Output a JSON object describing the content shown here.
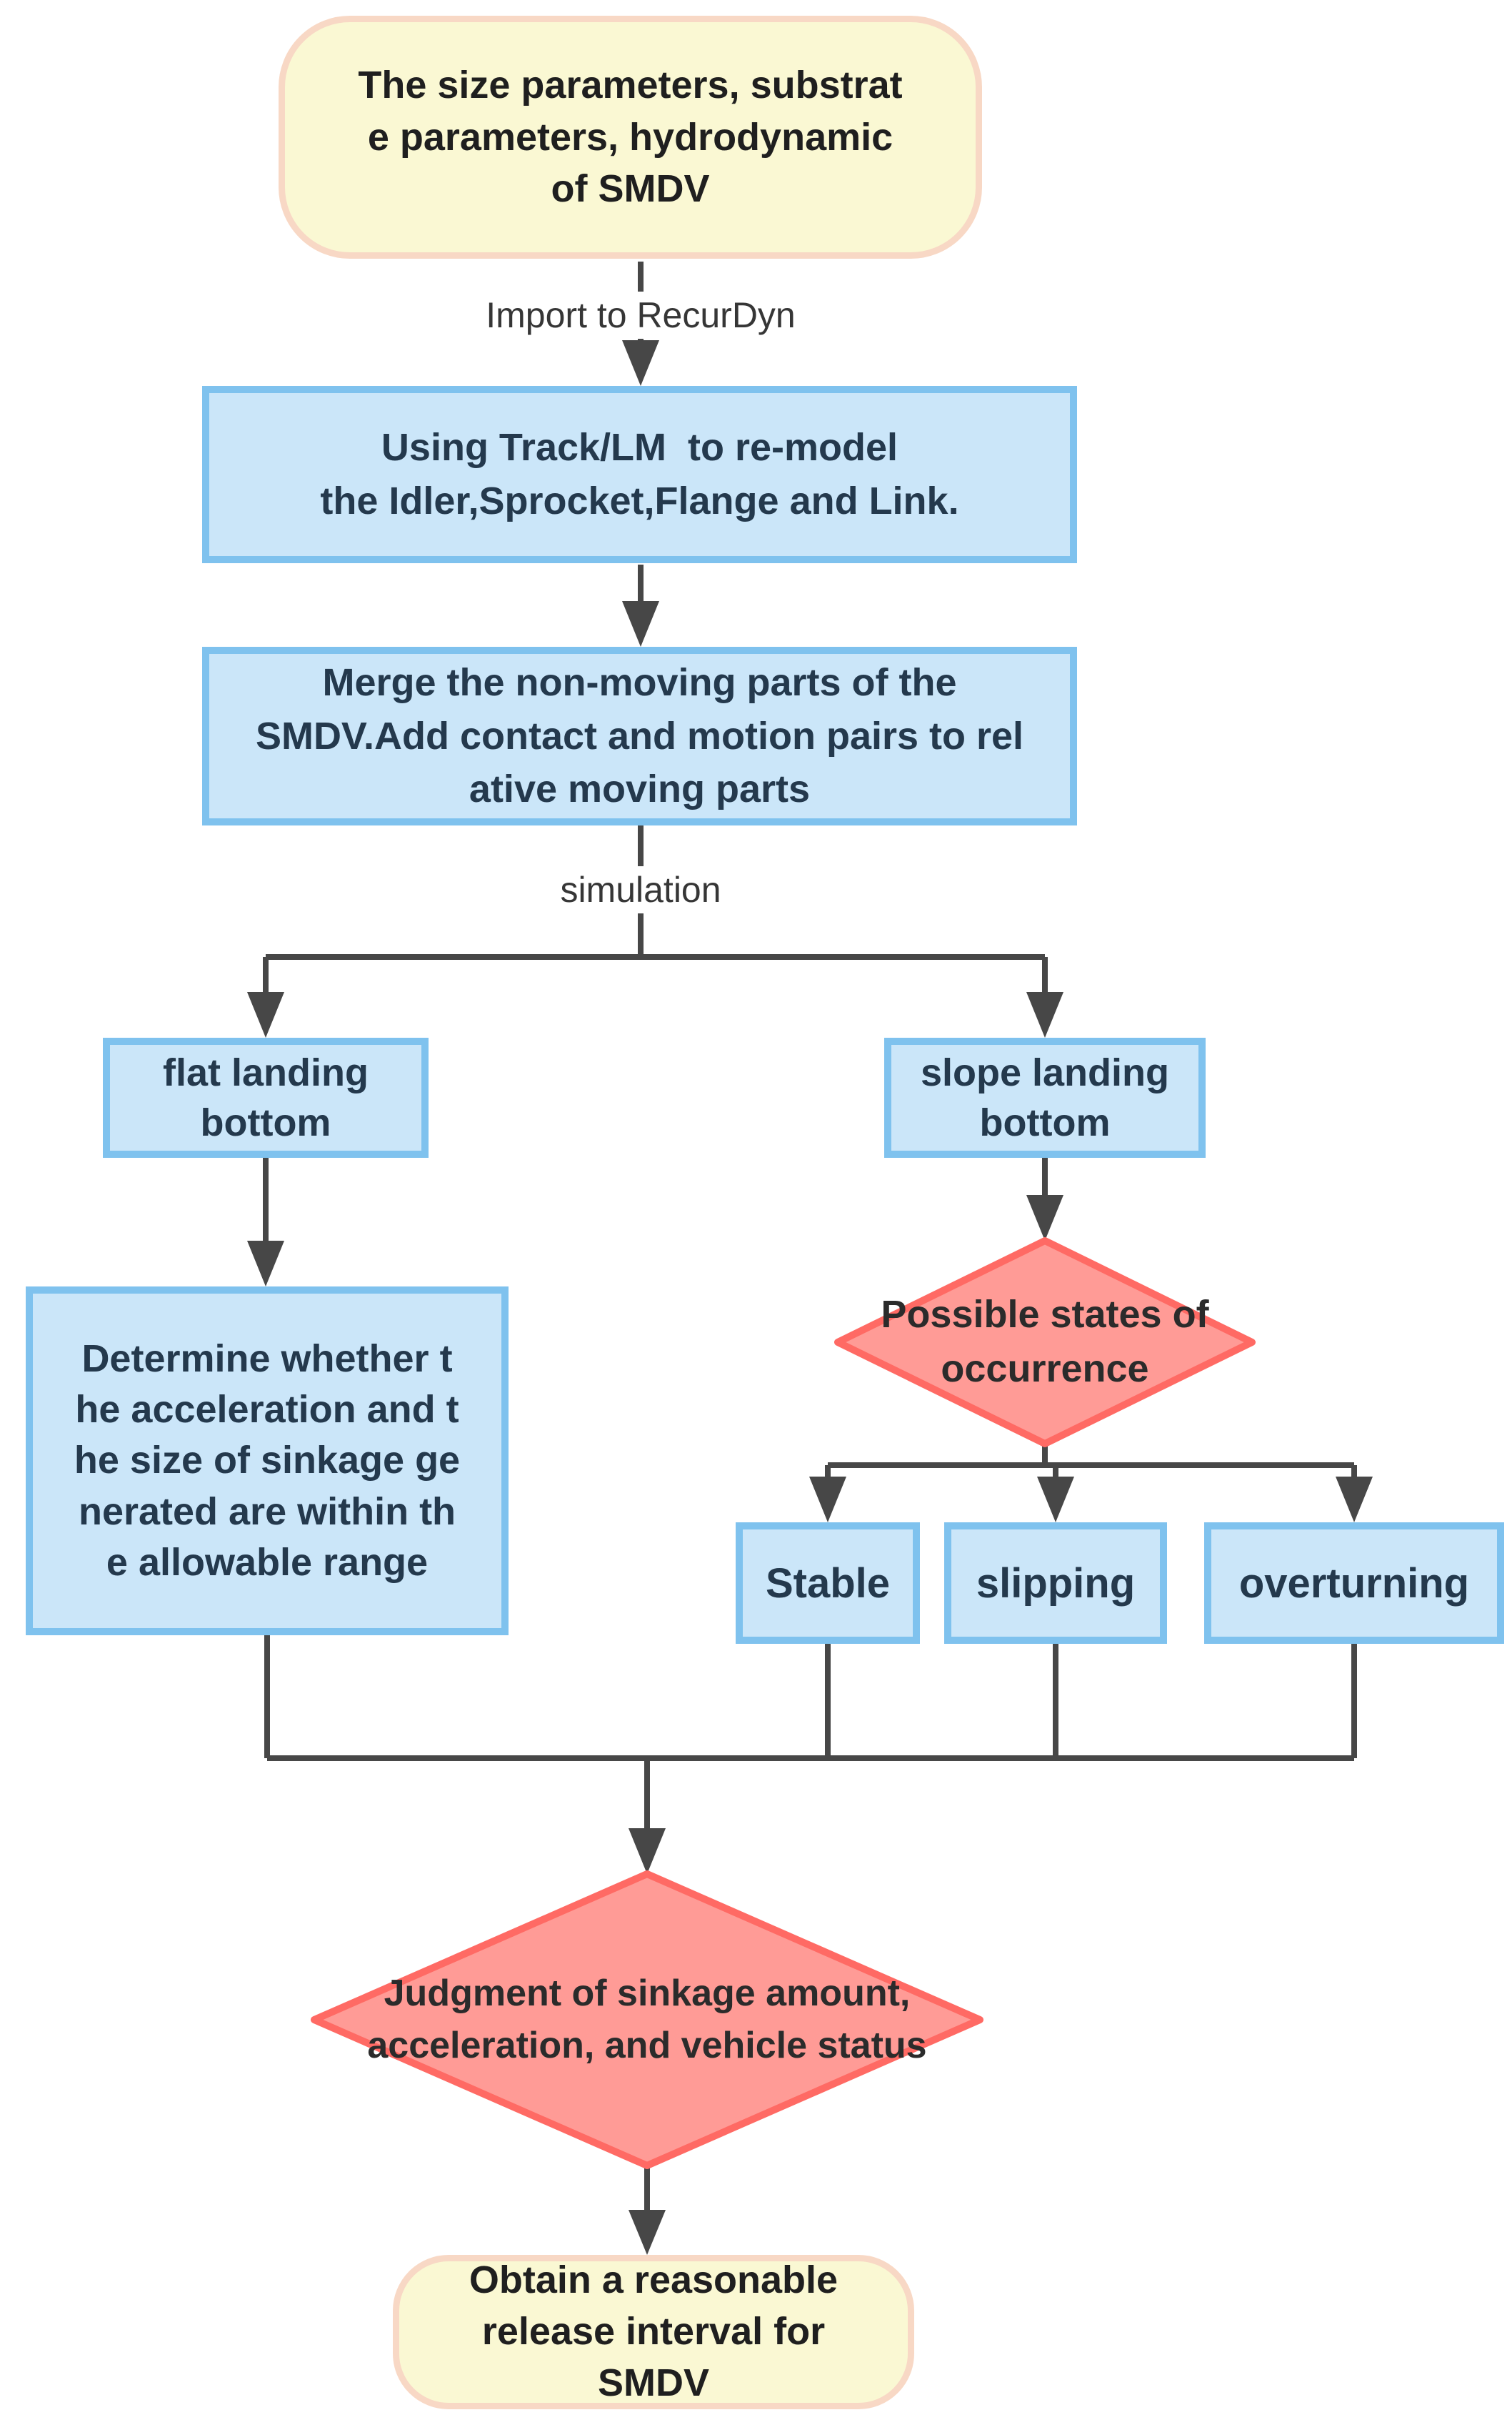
{
  "colors": {
    "background": "#ffffff",
    "process_fill": "#cbe6f9",
    "process_border": "#7fc2ee",
    "process_text": "#24394d",
    "decision_fill": "#ff9b96",
    "decision_border": "#ff6a64",
    "decision_text": "#2b2b2b",
    "terminator_fill": "#faf8d3",
    "terminator_border": "#f8d8c5",
    "terminator_text": "#1f1f1f",
    "connector": "#474747",
    "connector_label_text": "#363636"
  },
  "nodes": {
    "start": {
      "type": "terminator",
      "text": "The size parameters, substrat\ne parameters, hydrodynamic\nof SMDV"
    },
    "remodel": {
      "type": "process",
      "text": "Using Track/LM  to re-model\nthe Idler,Sprocket,Flange and Link."
    },
    "merge": {
      "type": "process",
      "text": "Merge the non-moving parts of the\nSMDV.Add contact and motion pairs to rel\native moving parts"
    },
    "flat_landing": {
      "type": "process",
      "text": "flat landing\nbottom"
    },
    "slope_landing": {
      "type": "process",
      "text": "slope landing\nbottom"
    },
    "determine_range": {
      "type": "process",
      "text": "Determine whether t\nhe acceleration and t\nhe size of sinkage ge\nnerated are within th\ne allowable range"
    },
    "possible_states": {
      "type": "decision",
      "text": "Possible states of\noccurrence"
    },
    "stable": {
      "type": "process",
      "text": "Stable"
    },
    "slipping": {
      "type": "process",
      "text": "slipping"
    },
    "overturning": {
      "type": "process",
      "text": "overturning"
    },
    "judgment": {
      "type": "decision",
      "text": "Judgment of sinkage amount,\nacceleration, and vehicle status"
    },
    "end": {
      "type": "terminator",
      "text": "Obtain a reasonable\nrelease interval for\nSMDV"
    }
  },
  "edge_labels": {
    "import": "Import to RecurDyn",
    "simulation": "simulation"
  }
}
